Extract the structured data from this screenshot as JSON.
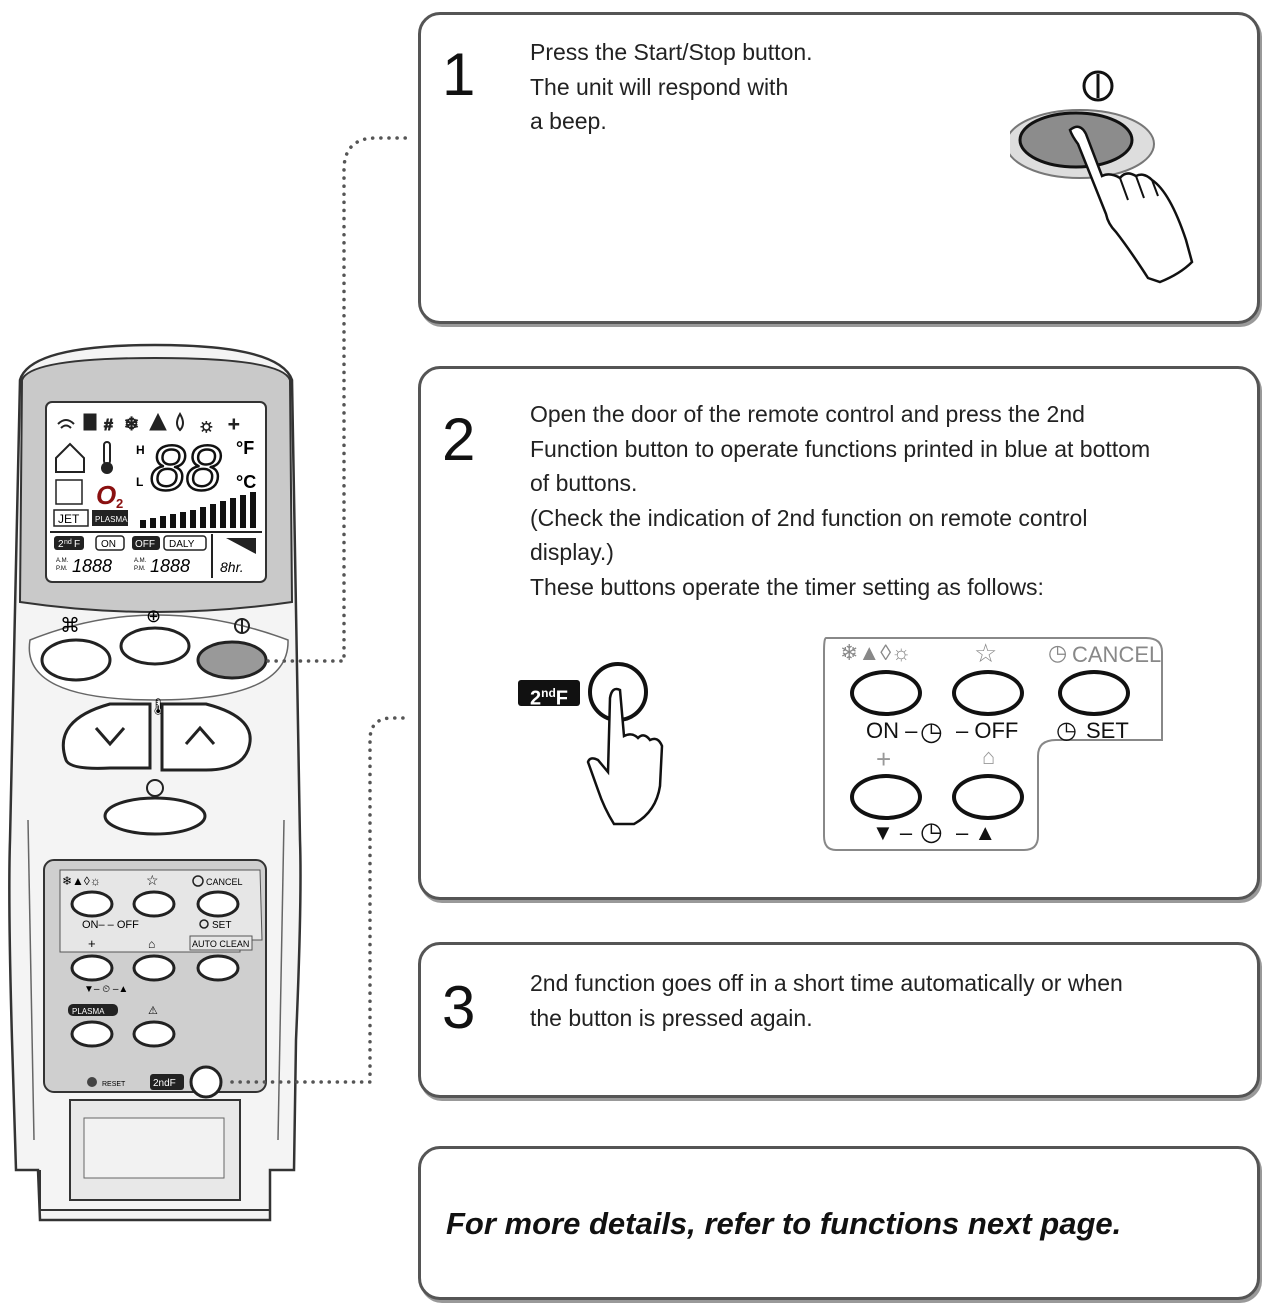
{
  "steps": [
    {
      "num": "1",
      "lines": [
        "Press the Start/Stop button.",
        "The unit will respond with",
        "a beep."
      ]
    },
    {
      "num": "2",
      "lines": [
        "Open the door of the remote control and press the 2nd",
        "Function button to operate functions printed in blue at bottom",
        "of buttons.",
        "(Check the indication of 2nd function on remote control",
        "display.)",
        "These buttons operate the timer setting as follows:"
      ]
    },
    {
      "num": "3",
      "lines": [
        "2nd function goes off in a short time automatically or when",
        "the button is pressed again."
      ]
    }
  ],
  "footer": "For more details, refer to functions next page.",
  "remote": {
    "lcd_digits": "88",
    "lcd_unit_f": "°F",
    "lcd_unit_c": "°C",
    "o2": "O",
    "o2_sub": "2",
    "jet": "JET",
    "plasma_badge": "PLASMA",
    "second_f": "2",
    "second_f_sup": "nd",
    "second_f_tail": "F",
    "on": "ON",
    "off": "OFF",
    "daily": "DALY",
    "am": "A.M.",
    "pm": "P.M.",
    "time1": "1888",
    "time2": "1888",
    "hours": "8hr.",
    "cancel": "CANCEL",
    "on_off": "ON– – OFF",
    "set": "SET",
    "auto_clean": "AUTO CLEAN",
    "plasma_btn": "PLASMA",
    "reset": "RESET",
    "2ndf_btn": "2ndF"
  },
  "panel": {
    "cancel": "CANCEL",
    "on": "ON –",
    "off": "– OFF",
    "set": "SET",
    "down": "▼ –",
    "up": "– ▲"
  },
  "second_f_badge": {
    "main": "2",
    "sup": "nd",
    "tail": "F"
  }
}
